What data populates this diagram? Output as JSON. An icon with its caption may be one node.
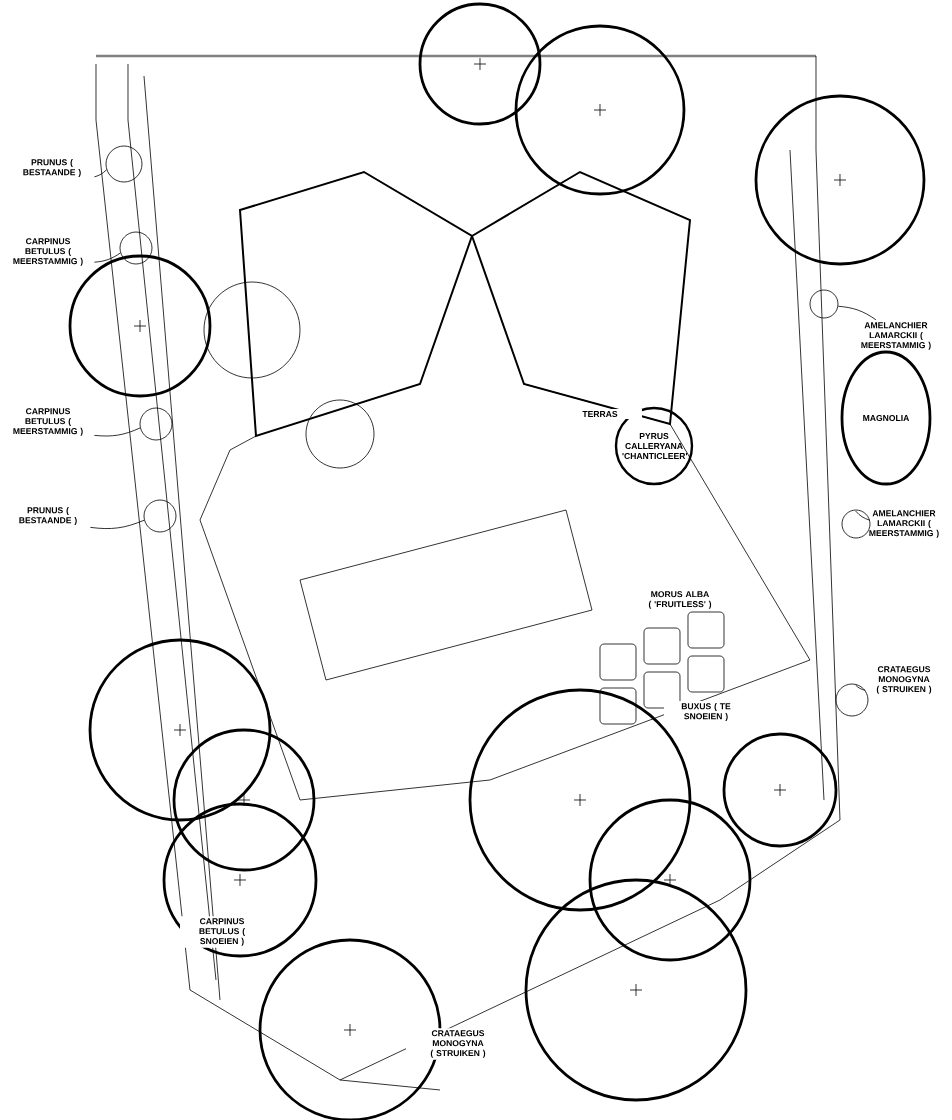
{
  "diagram": {
    "nodes": [
      {
        "text": [
          "PRUNUS ( BESTAANDE )"
        ]
      },
      {
        "text": [],
        "shape": "circle"
      },
      {
        "text": [
          "CARPINUS BETULUS ( MEERSTAMMIG )"
        ]
      },
      {
        "text": [],
        "shape": "circle"
      },
      {
        "text": [
          "CARPINUS BETULUS ( MEERSTAMMIG )"
        ]
      },
      {
        "text": [],
        "shape": "circle"
      },
      {
        "text": [
          "PRUNUS ( BESTAANDE )"
        ]
      },
      {
        "text": [],
        "shape": "circle"
      },
      {
        "text": [
          "AMELANCHIER LAMARCKII ( MEERSTAMMIG )"
        ]
      },
      {
        "text": [],
        "shape": "circle"
      },
      {
        "text": [
          "MAGNOLIA"
        ]
      },
      {
        "text": [
          "PYRUS CALLERYANA 'CHANTICLEER'"
        ]
      },
      {
        "text": [
          "AMELANCHIER LAMARCKII ( MEERSTAMMIG )"
        ]
      },
      {
        "text": [],
        "shape": "circle"
      },
      {
        "text": [
          "CRATAEGUS MONOGYNA ( STRUIKEN )"
        ]
      },
      {
        "text": [],
        "shape": "circle"
      }
    ],
    "edges": [
      {
        "from": 0,
        "to": 1,
        "arrow": "none"
      },
      {
        "from": 2,
        "to": 3,
        "arrow": "none"
      },
      {
        "from": 4,
        "to": 5,
        "arrow": "none"
      },
      {
        "from": 6,
        "to": 7,
        "arrow": "none"
      },
      {
        "from": 8,
        "to": 9,
        "arrow": "none"
      },
      {
        "from": 12,
        "to": 13,
        "arrow": "none"
      },
      {
        "from": 14,
        "to": 15,
        "arrow": "none"
      }
    ],
    "labels": [
      "TERRAS",
      "MORUS ALBA ( 'FRUITLESS' )",
      "BUXUS ( TE SNOEIEN )",
      "CARPINUS BETULUS ( SNOEIEN )",
      "CRATAEGUS MONOGYNA ( STRUIKEN )"
    ]
  }
}
